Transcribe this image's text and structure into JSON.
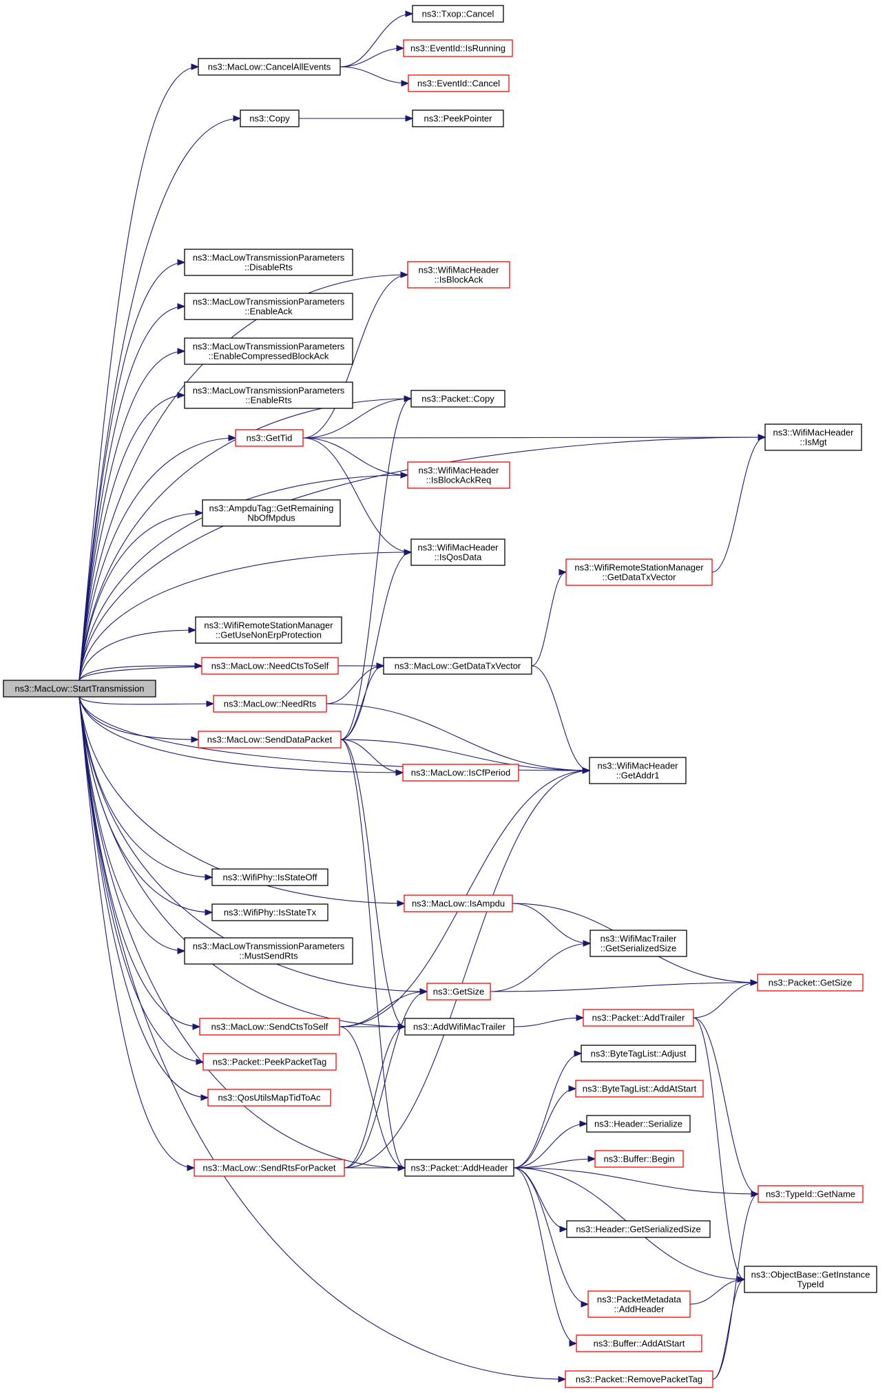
{
  "title": "",
  "nodes": [
    {
      "id": "root",
      "lines": [
        "ns3::MacLow::StartTransmission"
      ],
      "color": "root"
    },
    {
      "id": "cancelAll",
      "lines": [
        "ns3::MacLow::CancelAllEvents"
      ],
      "color": "black"
    },
    {
      "id": "txopCancel",
      "lines": [
        "ns3::Txop::Cancel"
      ],
      "color": "black"
    },
    {
      "id": "evIsRunning",
      "lines": [
        "ns3::EventId::IsRunning"
      ],
      "color": "red"
    },
    {
      "id": "evCancel",
      "lines": [
        "ns3::EventId::Cancel"
      ],
      "color": "red"
    },
    {
      "id": "copy",
      "lines": [
        "ns3::Copy"
      ],
      "color": "black"
    },
    {
      "id": "peekPointer",
      "lines": [
        "ns3::PeekPointer"
      ],
      "color": "black"
    },
    {
      "id": "disableRts",
      "lines": [
        "ns3::MacLowTransmissionParameters",
        "::DisableRts"
      ],
      "color": "black"
    },
    {
      "id": "enableAck",
      "lines": [
        "ns3::MacLowTransmissionParameters",
        "::EnableAck"
      ],
      "color": "black"
    },
    {
      "id": "enableCba",
      "lines": [
        "ns3::MacLowTransmissionParameters",
        "::EnableCompressedBlockAck"
      ],
      "color": "black"
    },
    {
      "id": "enableRts",
      "lines": [
        "ns3::MacLowTransmissionParameters",
        "::EnableRts"
      ],
      "color": "black"
    },
    {
      "id": "isBlockAck",
      "lines": [
        "ns3::WifiMacHeader",
        "::IsBlockAck"
      ],
      "color": "red"
    },
    {
      "id": "pktCopy",
      "lines": [
        "ns3::Packet::Copy"
      ],
      "color": "black"
    },
    {
      "id": "getTid",
      "lines": [
        "ns3::GetTid"
      ],
      "color": "red"
    },
    {
      "id": "isMgt",
      "lines": [
        "ns3::WifiMacHeader",
        "::IsMgt"
      ],
      "color": "black"
    },
    {
      "id": "isBlockAckReq",
      "lines": [
        "ns3::WifiMacHeader",
        "::IsBlockAckReq"
      ],
      "color": "red"
    },
    {
      "id": "ampduRemaining",
      "lines": [
        "ns3::AmpduTag::GetRemaining",
        "NbOfMpdus"
      ],
      "color": "black"
    },
    {
      "id": "isQosData",
      "lines": [
        "ns3::WifiMacHeader",
        "::IsQosData"
      ],
      "color": "black"
    },
    {
      "id": "wrsmGetDataTx",
      "lines": [
        "ns3::WifiRemoteStationManager",
        "::GetDataTxVector"
      ],
      "color": "red"
    },
    {
      "id": "useNonErp",
      "lines": [
        "ns3::WifiRemoteStationManager",
        "::GetUseNonErpProtection"
      ],
      "color": "black"
    },
    {
      "id": "needCtsToSelf",
      "lines": [
        "ns3::MacLow::NeedCtsToSelf"
      ],
      "color": "red"
    },
    {
      "id": "macGetDataTx",
      "lines": [
        "ns3::MacLow::GetDataTxVector"
      ],
      "color": "black"
    },
    {
      "id": "needRts",
      "lines": [
        "ns3::MacLow::NeedRts"
      ],
      "color": "red"
    },
    {
      "id": "sendData",
      "lines": [
        "ns3::MacLow::SendDataPacket"
      ],
      "color": "red"
    },
    {
      "id": "getAddr1",
      "lines": [
        "ns3::WifiMacHeader",
        "::GetAddr1"
      ],
      "color": "black"
    },
    {
      "id": "isCfPeriod",
      "lines": [
        "ns3::MacLow::IsCfPeriod"
      ],
      "color": "red"
    },
    {
      "id": "stateOff",
      "lines": [
        "ns3::WifiPhy::IsStateOff"
      ],
      "color": "black"
    },
    {
      "id": "isAmpdu",
      "lines": [
        "ns3::MacLow::IsAmpdu"
      ],
      "color": "red"
    },
    {
      "id": "stateTx",
      "lines": [
        "ns3::WifiPhy::IsStateTx"
      ],
      "color": "black"
    },
    {
      "id": "trailerSize",
      "lines": [
        "ns3::WifiMacTrailer",
        "::GetSerializedSize"
      ],
      "color": "black"
    },
    {
      "id": "mustSendRts",
      "lines": [
        "ns3::MacLowTransmissionParameters",
        "::MustSendRts"
      ],
      "color": "black"
    },
    {
      "id": "getSize",
      "lines": [
        "ns3::GetSize"
      ],
      "color": "red"
    },
    {
      "id": "pktGetSize",
      "lines": [
        "ns3::Packet::GetSize"
      ],
      "color": "red"
    },
    {
      "id": "sendCts",
      "lines": [
        "ns3::MacLow::SendCtsToSelf"
      ],
      "color": "red"
    },
    {
      "id": "addTrailerFn",
      "lines": [
        "ns3::AddWifiMacTrailer"
      ],
      "color": "black"
    },
    {
      "id": "pktAddTrailer",
      "lines": [
        "ns3::Packet::AddTrailer"
      ],
      "color": "red"
    },
    {
      "id": "peekTag",
      "lines": [
        "ns3::Packet::PeekPacketTag"
      ],
      "color": "red"
    },
    {
      "id": "btlAdjust",
      "lines": [
        "ns3::ByteTagList::Adjust"
      ],
      "color": "black"
    },
    {
      "id": "btlAddAtStart",
      "lines": [
        "ns3::ByteTagList::AddAtStart"
      ],
      "color": "red"
    },
    {
      "id": "qosMap",
      "lines": [
        "ns3::QosUtilsMapTidToAc"
      ],
      "color": "red"
    },
    {
      "id": "hdrSerialize",
      "lines": [
        "ns3::Header::Serialize"
      ],
      "color": "black"
    },
    {
      "id": "bufBegin",
      "lines": [
        "ns3::Buffer::Begin"
      ],
      "color": "red"
    },
    {
      "id": "sendRts",
      "lines": [
        "ns3::MacLow::SendRtsForPacket"
      ],
      "color": "red"
    },
    {
      "id": "pktAddHeader",
      "lines": [
        "ns3::Packet::AddHeader"
      ],
      "color": "black"
    },
    {
      "id": "typeIdName",
      "lines": [
        "ns3::TypeId::GetName"
      ],
      "color": "red"
    },
    {
      "id": "hdrSerSize",
      "lines": [
        "ns3::Header::GetSerializedSize"
      ],
      "color": "black"
    },
    {
      "id": "objInstance",
      "lines": [
        "ns3::ObjectBase::GetInstance",
        "TypeId"
      ],
      "color": "black"
    },
    {
      "id": "pmAddHeader",
      "lines": [
        "ns3::PacketMetadata",
        "::AddHeader"
      ],
      "color": "red"
    },
    {
      "id": "bufAddAtStart",
      "lines": [
        "ns3::Buffer::AddAtStart"
      ],
      "color": "red"
    },
    {
      "id": "removeTag",
      "lines": [
        "ns3::Packet::RemovePacketTag"
      ],
      "color": "red"
    }
  ],
  "edges": [
    [
      "root",
      "cancelAll"
    ],
    [
      "root",
      "copy"
    ],
    [
      "root",
      "isMgt"
    ],
    [
      "root",
      "isBlockAck"
    ],
    [
      "root",
      "pktCopy"
    ],
    [
      "root",
      "disableRts"
    ],
    [
      "root",
      "enableAck"
    ],
    [
      "root",
      "enableCba"
    ],
    [
      "root",
      "enableRts"
    ],
    [
      "root",
      "getTid"
    ],
    [
      "root",
      "isBlockAckReq"
    ],
    [
      "root",
      "ampduRemaining"
    ],
    [
      "root",
      "isQosData"
    ],
    [
      "root",
      "macGetDataTx"
    ],
    [
      "root",
      "useNonErp"
    ],
    [
      "root",
      "needCtsToSelf"
    ],
    [
      "root",
      "needRts"
    ],
    [
      "root",
      "sendData"
    ],
    [
      "root",
      "isCfPeriod"
    ],
    [
      "root",
      "getAddr1"
    ],
    [
      "root",
      "stateOff"
    ],
    [
      "root",
      "isAmpdu"
    ],
    [
      "root",
      "stateTx"
    ],
    [
      "root",
      "mustSendRts"
    ],
    [
      "root",
      "getSize"
    ],
    [
      "root",
      "sendCts"
    ],
    [
      "root",
      "peekTag"
    ],
    [
      "root",
      "qosMap"
    ],
    [
      "root",
      "addTrailerFn"
    ],
    [
      "root",
      "sendRts"
    ],
    [
      "root",
      "pktAddHeader"
    ],
    [
      "root",
      "removeTag"
    ],
    [
      "cancelAll",
      "txopCancel"
    ],
    [
      "cancelAll",
      "evIsRunning"
    ],
    [
      "cancelAll",
      "evCancel"
    ],
    [
      "copy",
      "peekPointer"
    ],
    [
      "getTid",
      "isBlockAck"
    ],
    [
      "getTid",
      "pktCopy"
    ],
    [
      "getTid",
      "isMgt"
    ],
    [
      "getTid",
      "isBlockAckReq"
    ],
    [
      "getTid",
      "isQosData"
    ],
    [
      "wrsmGetDataTx",
      "isMgt"
    ],
    [
      "needCtsToSelf",
      "macGetDataTx"
    ],
    [
      "macGetDataTx",
      "wrsmGetDataTx"
    ],
    [
      "macGetDataTx",
      "getAddr1"
    ],
    [
      "needRts",
      "macGetDataTx"
    ],
    [
      "needRts",
      "getAddr1"
    ],
    [
      "sendData",
      "pktCopy"
    ],
    [
      "sendData",
      "isQosData"
    ],
    [
      "sendData",
      "macGetDataTx"
    ],
    [
      "sendData",
      "getAddr1"
    ],
    [
      "sendData",
      "isCfPeriod"
    ],
    [
      "sendData",
      "addTrailerFn"
    ],
    [
      "sendData",
      "pktAddHeader"
    ],
    [
      "isAmpdu",
      "trailerSize"
    ],
    [
      "isAmpdu",
      "pktGetSize"
    ],
    [
      "getSize",
      "trailerSize"
    ],
    [
      "getSize",
      "pktGetSize"
    ],
    [
      "sendCts",
      "getAddr1"
    ],
    [
      "sendCts",
      "getSize"
    ],
    [
      "sendCts",
      "addTrailerFn"
    ],
    [
      "sendCts",
      "pktAddHeader"
    ],
    [
      "addTrailerFn",
      "pktAddTrailer"
    ],
    [
      "pktAddTrailer",
      "pktGetSize"
    ],
    [
      "pktAddTrailer",
      "typeIdName"
    ],
    [
      "pktAddTrailer",
      "objInstance"
    ],
    [
      "sendRts",
      "getSize"
    ],
    [
      "sendRts",
      "addTrailerFn"
    ],
    [
      "sendRts",
      "getAddr1"
    ],
    [
      "sendRts",
      "pktAddHeader"
    ],
    [
      "pktAddHeader",
      "btlAdjust"
    ],
    [
      "pktAddHeader",
      "btlAddAtStart"
    ],
    [
      "pktAddHeader",
      "hdrSerialize"
    ],
    [
      "pktAddHeader",
      "bufBegin"
    ],
    [
      "pktAddHeader",
      "typeIdName"
    ],
    [
      "pktAddHeader",
      "hdrSerSize"
    ],
    [
      "pktAddHeader",
      "objInstance"
    ],
    [
      "pktAddHeader",
      "pmAddHeader"
    ],
    [
      "pktAddHeader",
      "bufAddAtStart"
    ],
    [
      "pmAddHeader",
      "objInstance"
    ],
    [
      "removeTag",
      "typeIdName"
    ],
    [
      "removeTag",
      "objInstance"
    ]
  ]
}
